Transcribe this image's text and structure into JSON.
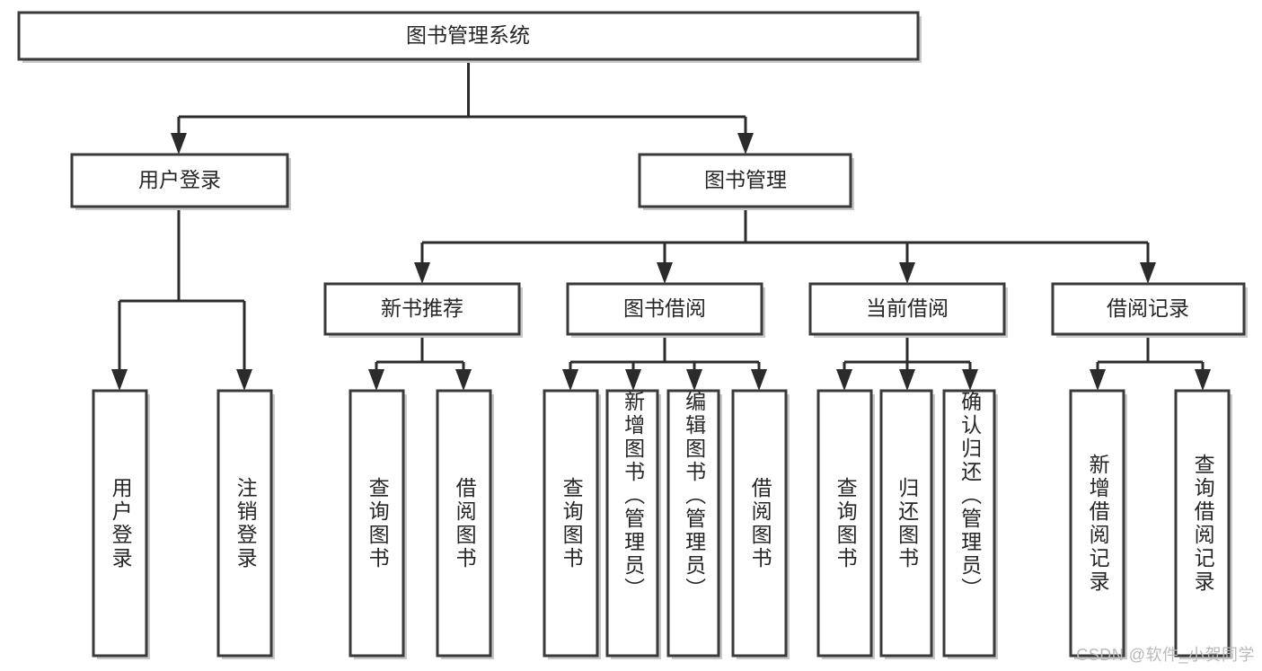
{
  "diagram": {
    "type": "tree",
    "title": "图书管理系统",
    "watermark": "CSDN @软件_小贺同学",
    "colors": {
      "box_stroke": "#3a3a3a",
      "connector": "#2b2b2b",
      "box_fill": "#ffffff",
      "text": "#262626",
      "watermark": "#b9b9b9",
      "background": "#ffffff"
    },
    "root": {
      "label": "图书管理系统"
    },
    "level2": [
      {
        "label": "用户登录"
      },
      {
        "label": "图书管理"
      }
    ],
    "level3": [
      {
        "label": "新书推荐"
      },
      {
        "label": "图书借阅"
      },
      {
        "label": "当前借阅"
      },
      {
        "label": "借阅记录"
      }
    ],
    "leaves": {
      "user_login": [
        {
          "label": "用户登录"
        },
        {
          "label": "注销登录"
        }
      ],
      "new_book_recommend": [
        {
          "label": "查询图书"
        },
        {
          "label": "借阅图书"
        }
      ],
      "book_borrow": [
        {
          "label": "查询图书"
        },
        {
          "label": "新增图书（管理员）"
        },
        {
          "label": "编辑图书（管理员）"
        },
        {
          "label": "借阅图书"
        }
      ],
      "current_borrow": [
        {
          "label": "查询图书"
        },
        {
          "label": "归还图书"
        },
        {
          "label": "确认归还（管理员）"
        }
      ],
      "borrow_record": [
        {
          "label": "新增借阅记录"
        },
        {
          "label": "查询借阅记录"
        }
      ]
    }
  }
}
